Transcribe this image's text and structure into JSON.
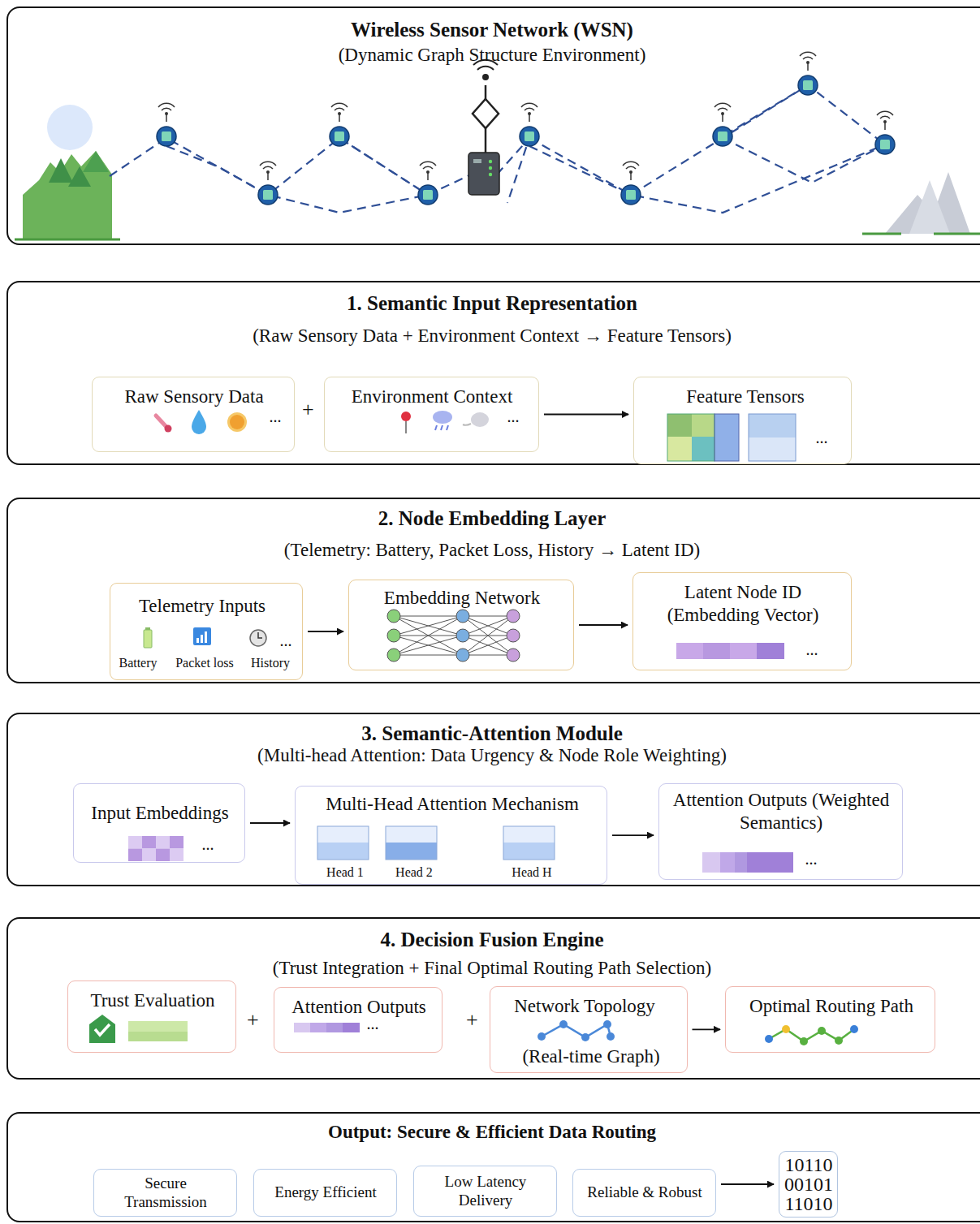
{
  "diagram": {
    "nodes": [
      {
        "text": [
          "Wireless Sensor Network (WSN)",
          "(Dynamic Graph Structure Environment)"
        ]
      },
      {
        "text": [
          "1. Semantic Input Representation",
          "(Raw Sensory Data + Environment Context → Feature Tensors)"
        ]
      },
      {
        "text": [
          "Raw Sensory Data",
          "..."
        ],
        "in": 1
      },
      {
        "text": [
          "Environment Context",
          "..."
        ],
        "in": 1
      },
      {
        "text": [
          "Feature Tensors",
          "..."
        ],
        "in": 1
      },
      {
        "text": [
          "2. Node Embedding Layer",
          "(Telemetry: Battery, Packet Loss, History → Latent ID)"
        ]
      },
      {
        "text": [
          "Telemetry Inputs",
          "Battery",
          "Packet loss",
          "History",
          "..."
        ],
        "in": 5
      },
      {
        "text": [
          "Embedding Network"
        ],
        "in": 5
      },
      {
        "text": [
          "Latent Node ID (Embedding Vector)",
          "..."
        ],
        "in": 5
      },
      {
        "text": [
          "3. Semantic-Attention Module",
          "(Multi-head Attention: Data Urgency & Node Role Weighting)"
        ]
      },
      {
        "text": [
          "Input Embeddings",
          "..."
        ],
        "in": 9
      },
      {
        "text": [
          "Multi-Head Attention Mechanism",
          "Head 1",
          "Head 2",
          "Head H"
        ],
        "in": 9
      },
      {
        "text": [
          "Attention Outputs (Weighted Semantics)",
          "..."
        ],
        "in": 9
      },
      {
        "text": [
          "4. Decision Fusion Engine",
          "(Trust Integration + Final Optimal Routing Path Selection)"
        ]
      },
      {
        "text": [
          "Trust Evaluation"
        ],
        "in": 13
      },
      {
        "text": [
          "Attention Outputs",
          "..."
        ],
        "in": 13
      },
      {
        "text": [
          "Network Topology",
          "(Real-time Graph)"
        ],
        "in": 13
      },
      {
        "text": [
          "Optimal Routing Path"
        ],
        "in": 13
      },
      {
        "text": [
          "Output: Secure & Efficient Data Routing"
        ]
      },
      {
        "text": [
          "Secure Transmission"
        ],
        "in": 18
      },
      {
        "text": [
          "Energy Efficient"
        ],
        "in": 18
      },
      {
        "text": [
          "Low Latency Delivery"
        ],
        "in": 18
      },
      {
        "text": [
          "Reliable & Robust"
        ],
        "in": 18
      },
      {
        "text": [
          "10110 00101 11010"
        ],
        "in": 18
      }
    ],
    "edges": [
      {
        "from": 3,
        "to": 4,
        "arrow": "to"
      },
      {
        "from": 6,
        "to": 7,
        "arrow": "to"
      },
      {
        "from": 7,
        "to": 8,
        "arrow": "to"
      },
      {
        "from": 10,
        "to": 11,
        "arrow": "to"
      },
      {
        "from": 11,
        "to": 12,
        "arrow": "to"
      },
      {
        "from": 16,
        "to": 17,
        "arrow": "to"
      },
      {
        "from": 22,
        "to": 23,
        "arrow": "to"
      }
    ],
    "labels": [
      "+",
      "+",
      "+"
    ]
  }
}
